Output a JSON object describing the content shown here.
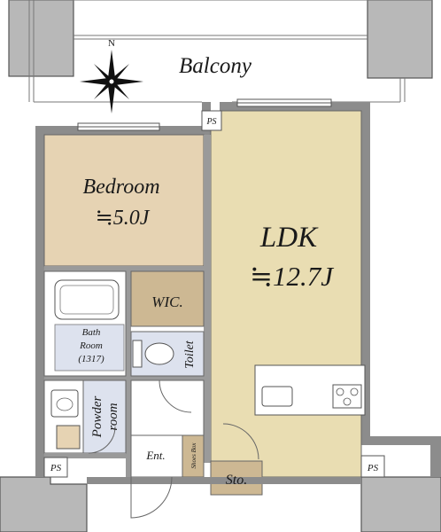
{
  "compass": {
    "north_label": "N",
    "icon": "compass-rose-icon"
  },
  "rooms": {
    "balcony": "Balcony",
    "bedroom": {
      "name": "Bedroom",
      "area": "≒5.0J"
    },
    "ldk": {
      "name": "LDK",
      "area": "≒12.7J"
    },
    "wic": "WIC.",
    "bath": {
      "line1": "Bath",
      "line2": "Room",
      "line3": "(1317)"
    },
    "toilet": "Toilet",
    "powder": {
      "line1": "Powder",
      "line2": "room"
    },
    "entrance": "Ent.",
    "shoes_box": "Shoes Box",
    "storage": "Sto."
  },
  "ps_labels": [
    "PS",
    "PS",
    "PS"
  ],
  "colors": {
    "ldk_fill": "#E9DDB2",
    "bedroom_fill": "#E6D3B3",
    "wic_fill": "#CDB893",
    "wet_fill": "#DDE2EE",
    "storage_fill": "#CDB893",
    "pillar_fill": "#B8B8B8",
    "wall": "#8C8C8C"
  }
}
